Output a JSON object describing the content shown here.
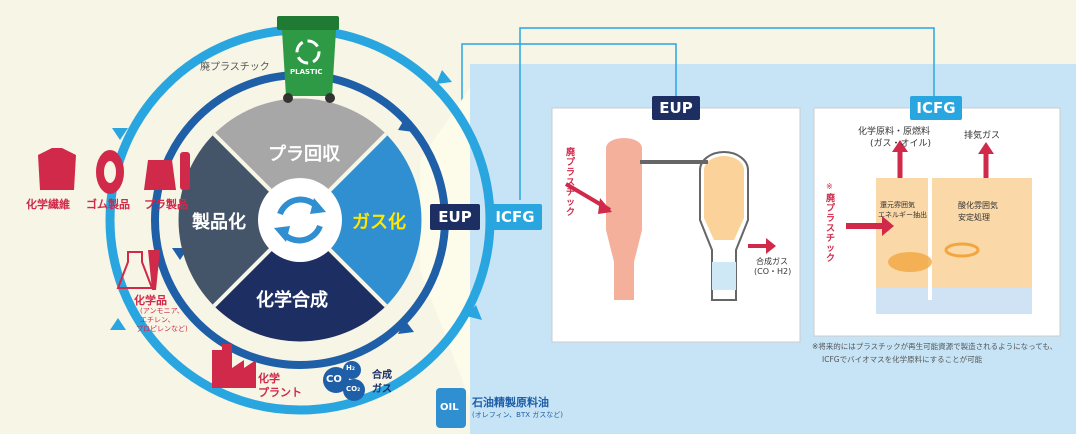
{
  "cycle": {
    "collection_label": "廃プラスチック",
    "bin_label": "PLASTIC",
    "segments": {
      "collect": "プラ回収",
      "gasify": "ガス化",
      "synthesis": "化学合成",
      "product": "製品化"
    }
  },
  "products": {
    "fiber": "化学繊維",
    "rubber": "ゴム製品",
    "plastic": "プラ製品"
  },
  "chemicals": {
    "title": "化学品",
    "detail_1": "(アンモニア、",
    "detail_2": "エチレン、",
    "detail_3": "プロピレンなど)"
  },
  "plant": {
    "line1": "化学",
    "line2": "プラント"
  },
  "syngas": {
    "line1": "合成",
    "line2": "ガス",
    "co": "CO",
    "h2": "H₂",
    "co2": "CO₂"
  },
  "oil": {
    "badge": "OIL",
    "title": "石油精製原料油",
    "detail": "(オレフィン、BTX ガスなど)"
  },
  "processes": {
    "eup": "EUP",
    "icfg": "ICFG"
  },
  "eup_panel": {
    "title": "EUP",
    "waste_label": "廃プラスチック",
    "gas_line1": "合成ガス",
    "gas_line2": "(CO・H2)"
  },
  "icfg_panel": {
    "title": "ICFG",
    "feed_line1": "化学原料・原燃料",
    "feed_line2": "(ガス・オイル)",
    "exhaust": "排気ガス",
    "waste_mark": "※",
    "waste_label": "廃プラスチック",
    "reduce_line1": "還元雰囲気",
    "reduce_line2": "エネルギー抽出",
    "oxidize_line1": "酸化雰囲気",
    "oxidize_line2": "安定処理"
  },
  "footnote": {
    "line1": "※将来的にはプラスチックが再生可能資源で製造されるようになっても、",
    "line2": "ICFGでバイオマスを化学原料にすることが可能"
  },
  "colors": {
    "ring_light": "#29a6e0",
    "ring_dark": "#1f5fa8",
    "navy": "#1d2e63",
    "gray": "#a7a7a7",
    "slate": "#44556a",
    "gasify": "#2f8fd1",
    "accent_red": "#d0294a",
    "panel_bg": "#c6e4f5"
  }
}
